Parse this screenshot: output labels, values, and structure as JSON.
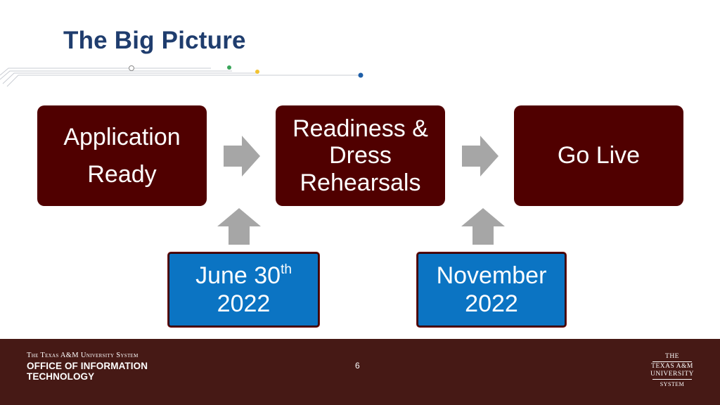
{
  "slide": {
    "title": "The Big Picture",
    "page_number": "6"
  },
  "flow": {
    "step1": {
      "line1": "Application",
      "line2": "Ready"
    },
    "step2": {
      "line1": "Readiness &",
      "line2": "Dress",
      "line3": "Rehearsals"
    },
    "step3": {
      "label": "Go Live"
    }
  },
  "milestones": {
    "m1": {
      "line1": "June 30",
      "sup": "th",
      "line2": "2022"
    },
    "m2": {
      "line1": "November",
      "line2": "2022"
    }
  },
  "footer": {
    "system_name": "The Texas A&M University System",
    "office_line1": "OFFICE OF INFORMATION",
    "office_line2": "TECHNOLOGY",
    "logo_line1": "THE",
    "logo_line2": "TEXAS A&M",
    "logo_line3": "UNIVERSITY",
    "logo_line4": "SYSTEM"
  },
  "colors": {
    "title": "#1f3d6e",
    "maroon": "#500000",
    "blue": "#0b74c3",
    "arrow": "#a6a6a6",
    "footer": "#461915"
  }
}
